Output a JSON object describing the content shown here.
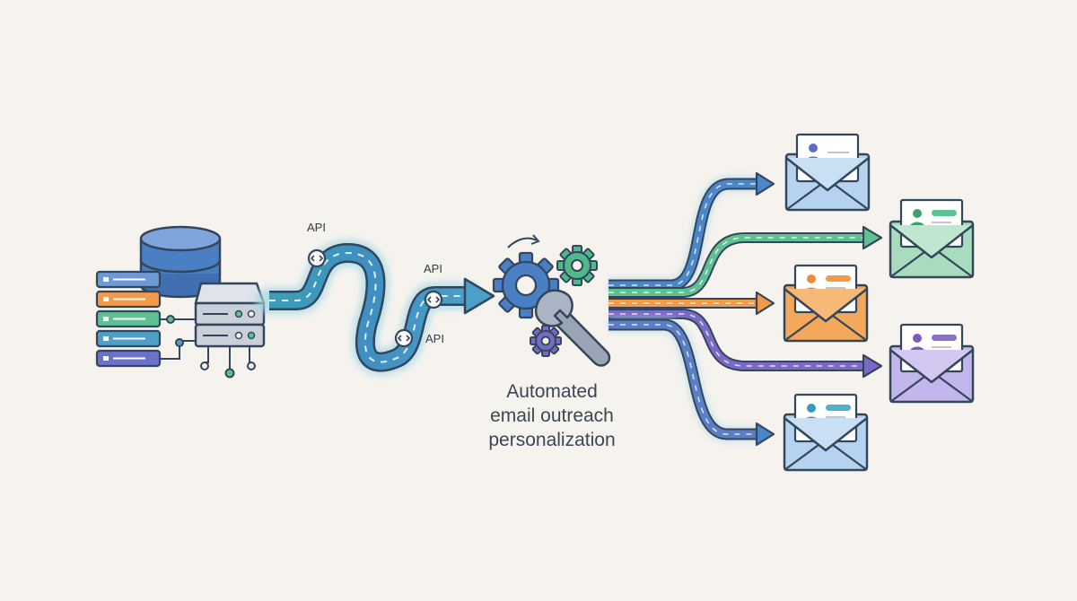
{
  "diagram": {
    "api_labels": [
      "API",
      "API",
      "API"
    ],
    "caption": {
      "line1": "Automated",
      "line2": "email outreach",
      "line3": "personalization"
    }
  },
  "colors": {
    "background": "#f6f3ee",
    "outline": "#34465b",
    "blue": "#4a7fc4",
    "teal": "#3fa8bf",
    "green": "#4fb98a",
    "orange": "#f29a4a",
    "purple": "#7a6ac8",
    "grey": "#8c97a6"
  },
  "icons": [
    "database-icon",
    "server-icon",
    "list-stack-icon",
    "api-connector-icon",
    "gear-icon",
    "wrench-icon",
    "email-envelope-icon",
    "contact-card-icon"
  ]
}
